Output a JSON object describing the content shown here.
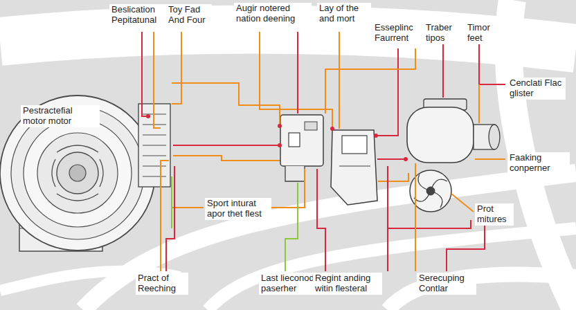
{
  "diagram": {
    "labels": [
      "Beslication Pepitatunal",
      "Toy Fad And Four",
      "Augir notered nation deening",
      "Lay of the and mort",
      "Esseplinc Faurrent",
      "Traber tipos",
      "Timor feet",
      "Cenclati Flac glister",
      "Pestractefial motor motor",
      "Faaking conperner",
      "Sport inturat apor thet flest",
      "Prot mitures",
      "Pract of Reeching",
      "Last lieconod paserher",
      "Regint anding witin flesteral",
      "Serecuping Contlar"
    ]
  }
}
